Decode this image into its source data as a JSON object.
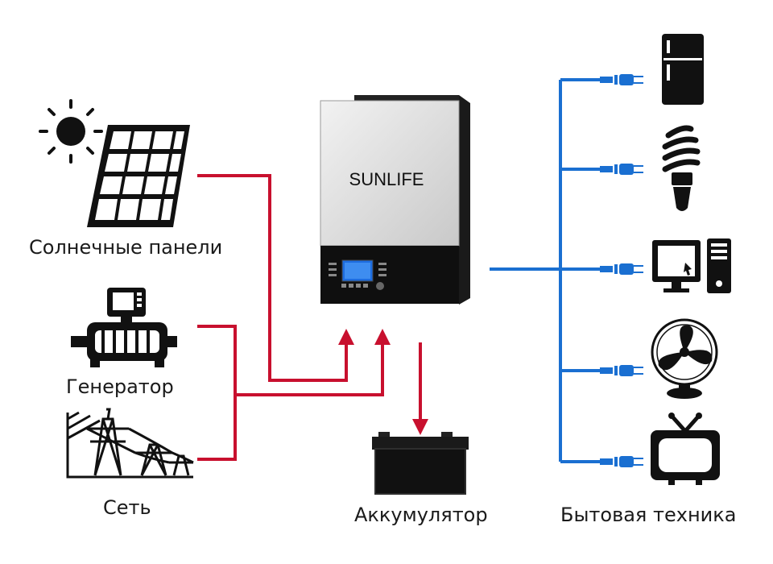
{
  "inverter": {
    "brand": "SUNLIFE"
  },
  "sources": {
    "solar_label": "Солнечные панели",
    "generator_label": "Генератор",
    "grid_label": "Сеть"
  },
  "battery": {
    "label": "Аккумулятор"
  },
  "appliances": {
    "label": "Бытовая техника",
    "items": [
      {
        "icon": "refrigerator-icon"
      },
      {
        "icon": "light-bulb-icon"
      },
      {
        "icon": "computer-icon"
      },
      {
        "icon": "fan-icon"
      },
      {
        "icon": "tv-icon"
      }
    ]
  },
  "colors": {
    "input_line": "#c8102e",
    "output_line": "#1a6fd1",
    "icon": "#111111"
  }
}
